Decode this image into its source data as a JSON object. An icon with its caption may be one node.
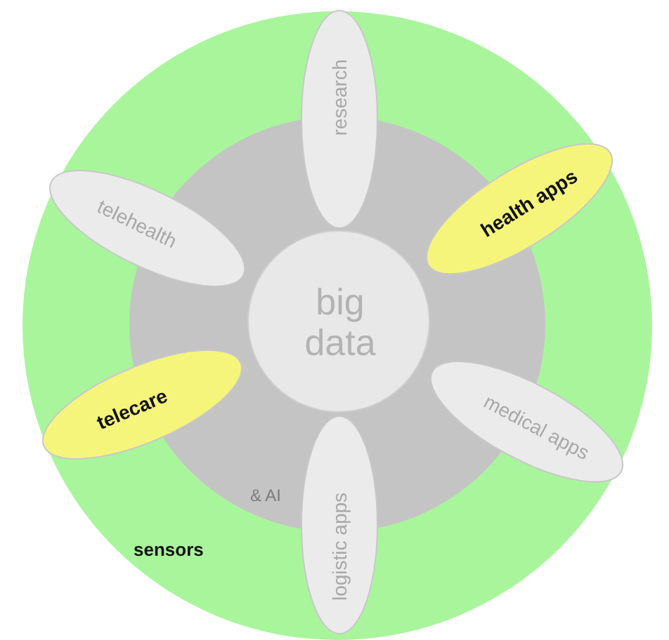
{
  "diagram": {
    "nodes": [
      {
        "text": [
          "sensors"
        ]
      },
      {
        "text": [
          "& AI"
        ],
        "in": 0
      },
      {
        "text": [
          "big data"
        ],
        "in": 1
      },
      {
        "text": [
          "research"
        ],
        "in": 0
      },
      {
        "text": [
          "telehealth"
        ],
        "in": 0
      },
      {
        "text": [
          "health apps"
        ],
        "in": 0
      },
      {
        "text": [
          "medical apps"
        ],
        "in": 0
      },
      {
        "text": [
          "telecare"
        ],
        "in": 0
      },
      {
        "text": [
          "logistic apps"
        ],
        "in": 0
      }
    ]
  }
}
